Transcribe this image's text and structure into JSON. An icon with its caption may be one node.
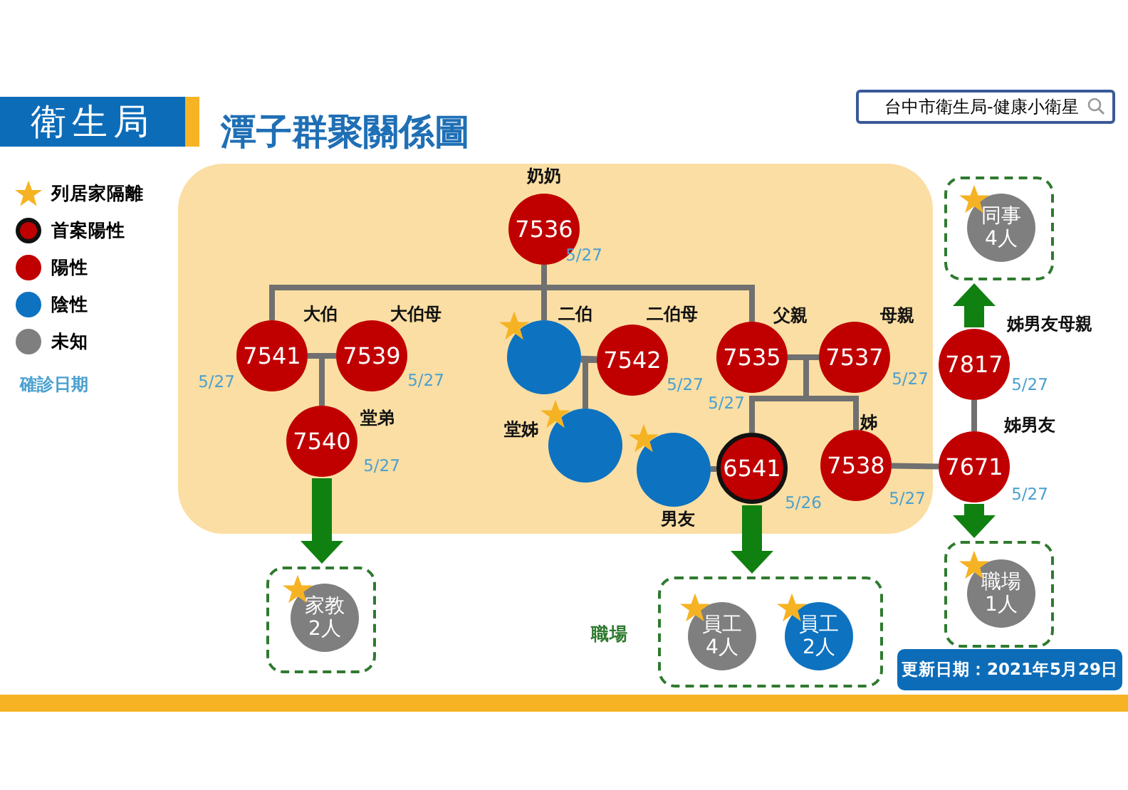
{
  "diagram": {
    "title": "潭子群聚關係圖",
    "nodes": [
      {
        "text": [],
        "shape": "box"
      },
      {
        "text": [
          "7536"
        ],
        "in": 0,
        "beside": [
          "奶奶",
          "5/27"
        ]
      },
      {
        "text": [
          "7541"
        ],
        "in": 0,
        "beside": [
          "大伯",
          "5/27"
        ]
      },
      {
        "text": [
          "7539"
        ],
        "in": 0,
        "beside": [
          "大伯母",
          "5/27"
        ]
      },
      {
        "text": [
          "7540"
        ],
        "in": 0,
        "beside": [
          "堂弟",
          "5/27"
        ]
      },
      {
        "text": [],
        "shape": "circle",
        "in": 0,
        "beside": [
          "二伯"
        ]
      },
      {
        "text": [
          "7542"
        ],
        "in": 0,
        "beside": [
          "二伯母",
          "5/27"
        ]
      },
      {
        "text": [],
        "shape": "circle",
        "in": 0,
        "beside": [
          "堂姊"
        ]
      },
      {
        "text": [
          "7535"
        ],
        "in": 0,
        "beside": [
          "父親",
          "5/27"
        ]
      },
      {
        "text": [
          "7537"
        ],
        "in": 0,
        "beside": [
          "母親",
          "5/27"
        ]
      },
      {
        "text": [],
        "shape": "circle",
        "in": 0,
        "beside": [
          "男友"
        ]
      },
      {
        "text": [
          "6541"
        ],
        "in": 0,
        "beside": [
          "5/26"
        ]
      },
      {
        "text": [
          "7538"
        ],
        "in": 0,
        "beside": [
          "姊",
          "5/27"
        ]
      },
      {
        "text": [
          "7817"
        ],
        "beside": [
          "姊男友母親",
          "5/27"
        ]
      },
      {
        "text": [
          "7671"
        ],
        "beside": [
          "姊男友",
          "5/27"
        ]
      },
      {
        "text": [],
        "shape": "box"
      },
      {
        "text": [
          "家教2人"
        ],
        "in": 15
      },
      {
        "text": [
          "職場"
        ]
      },
      {
        "text": [
          "員工4人"
        ],
        "in": 17
      },
      {
        "text": [
          "員工2人"
        ],
        "in": 17
      },
      {
        "text": [],
        "shape": "box"
      },
      {
        "text": [
          "同事4人"
        ],
        "in": 20
      },
      {
        "text": [],
        "shape": "box"
      },
      {
        "text": [
          "職場1人"
        ],
        "in": 22
      }
    ],
    "edges": [
      {
        "from": 1,
        "to": 2,
        "arrow": "none"
      },
      {
        "from": 1,
        "to": 5,
        "arrow": "none"
      },
      {
        "from": 1,
        "to": 8,
        "arrow": "none"
      },
      {
        "from": 2,
        "to": 3,
        "arrow": "none"
      },
      {
        "from": 2,
        "to": 4,
        "arrow": "none"
      },
      {
        "from": 3,
        "to": 4,
        "arrow": "none"
      },
      {
        "from": 5,
        "to": 6,
        "arrow": "none"
      },
      {
        "from": 5,
        "to": 7,
        "arrow": "none"
      },
      {
        "from": 6,
        "to": 7,
        "arrow": "none"
      },
      {
        "from": 8,
        "to": 9,
        "arrow": "none"
      },
      {
        "from": 8,
        "to": 11,
        "arrow": "none"
      },
      {
        "from": 9,
        "to": 11,
        "arrow": "none"
      },
      {
        "from": 8,
        "to": 12,
        "arrow": "none"
      },
      {
        "from": 9,
        "to": 12,
        "arrow": "none"
      },
      {
        "from": 10,
        "to": 11,
        "arrow": "none"
      },
      {
        "from": 12,
        "to": 14,
        "arrow": "none"
      },
      {
        "from": 13,
        "to": 14,
        "arrow": "none"
      },
      {
        "from": 4,
        "to": 15,
        "arrow": "to",
        "style": "thick",
        "color": "#108010"
      },
      {
        "from": 11,
        "to": 17,
        "arrow": "to",
        "style": "thick",
        "color": "#108010"
      },
      {
        "from": 13,
        "to": 20,
        "arrow": "to",
        "style": "thick",
        "color": "#108010"
      },
      {
        "from": 14,
        "to": 22,
        "arrow": "to",
        "style": "thick",
        "color": "#108010"
      }
    ],
    "labels": [
      "衛生局",
      "台中市衛生局-健康小衛星",
      "確診日期",
      "更新日期：2021年5月29日"
    ],
    "legend": [
      {
        "text": "列居家隔離"
      },
      {
        "text": "首案陽性"
      },
      {
        "text": "陽性",
        "color": "#c00000"
      },
      {
        "text": "陰性",
        "color": "#0d72c0"
      },
      {
        "text": "未知",
        "color": "#7f7f7f"
      }
    ]
  }
}
